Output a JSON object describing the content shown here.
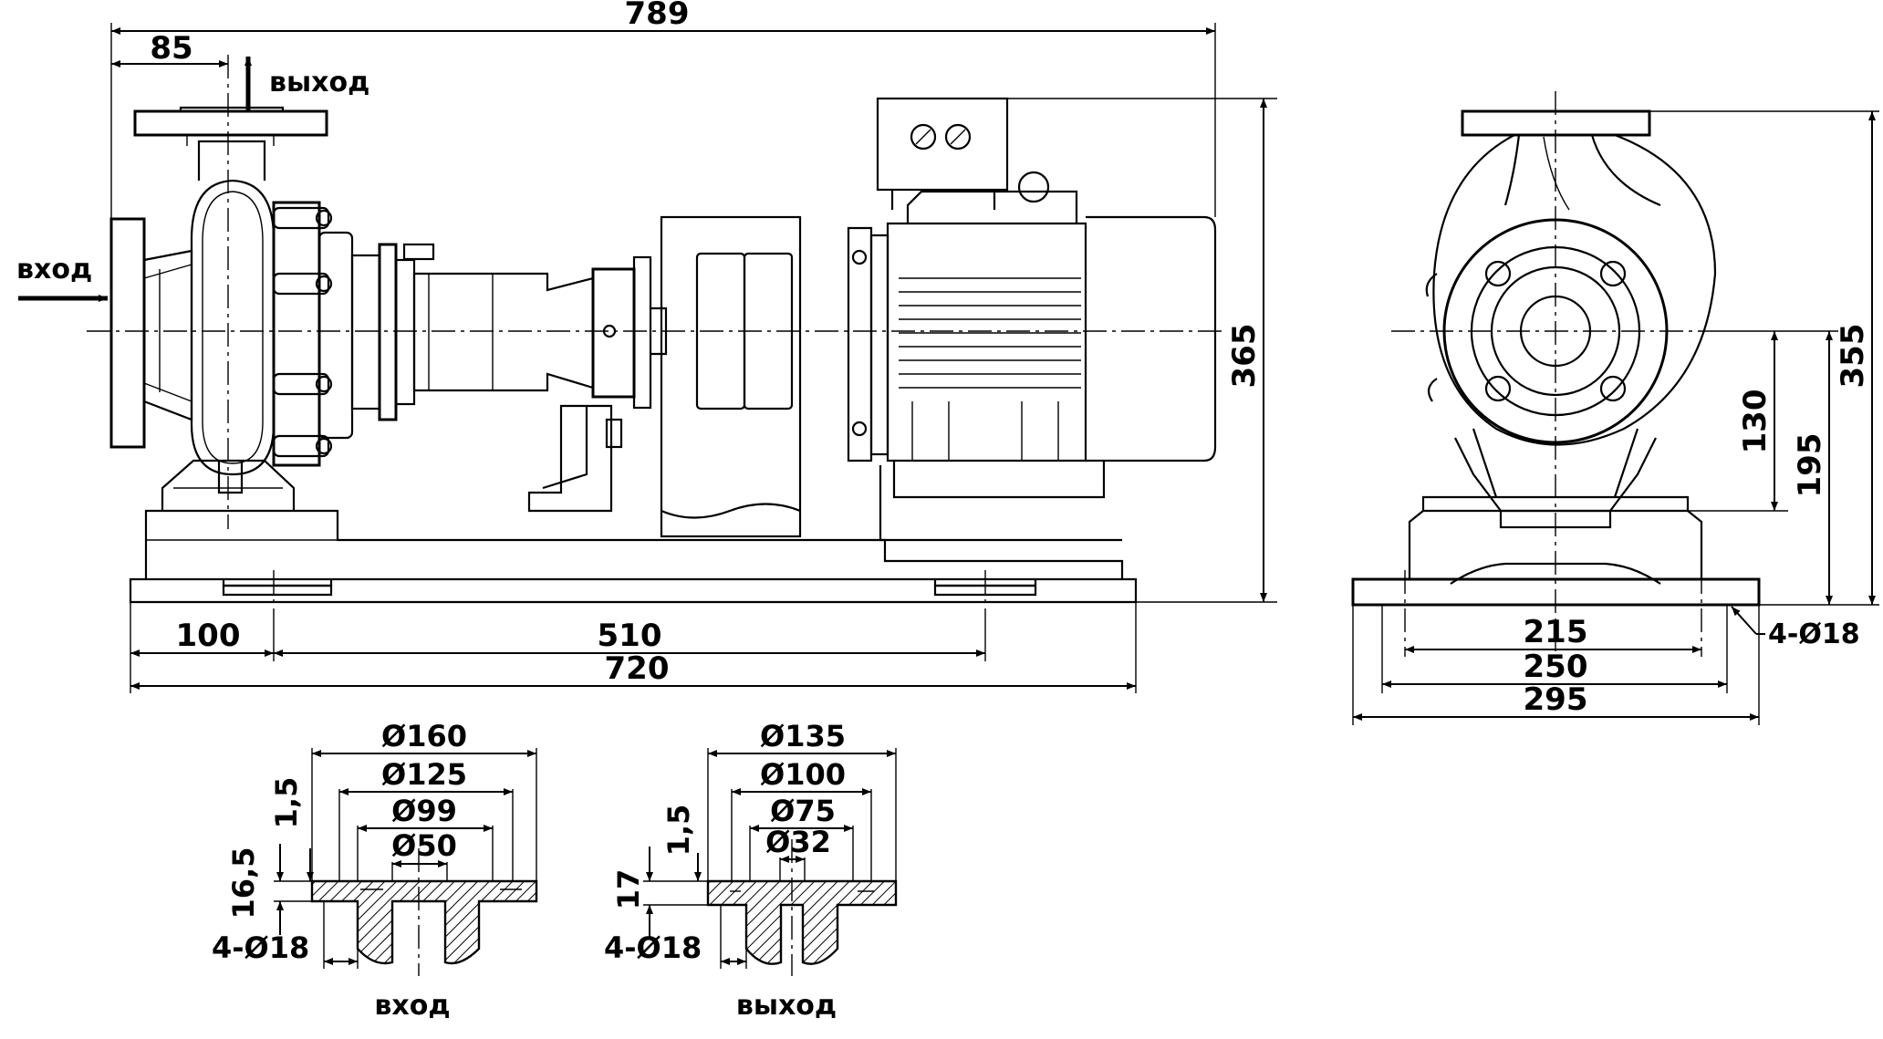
{
  "side_view": {
    "overall_length": "789",
    "outlet_offset": "85",
    "outlet_label": "выход",
    "inlet_label": "вход",
    "height": "365",
    "base_left_offset": "100",
    "base_hole_spacing": "510",
    "base_length": "720"
  },
  "end_view": {
    "height": "355",
    "shaft_height": "195",
    "outlet_height": "130",
    "hole_spacing": "215",
    "foot_width": "250",
    "base_width": "295",
    "holes": "4-Ø18"
  },
  "inlet_flange": {
    "d1": "Ø160",
    "d2": "Ø125",
    "d3": "Ø99",
    "d4": "Ø50",
    "raise": "1,5",
    "thickness": "16,5",
    "holes": "4-Ø18",
    "caption": "вход"
  },
  "outlet_flange": {
    "d1": "Ø135",
    "d2": "Ø100",
    "d3": "Ø75",
    "d4": "Ø32",
    "raise": "1,5",
    "thickness": "17",
    "holes": "4-Ø18",
    "caption": "выход"
  }
}
